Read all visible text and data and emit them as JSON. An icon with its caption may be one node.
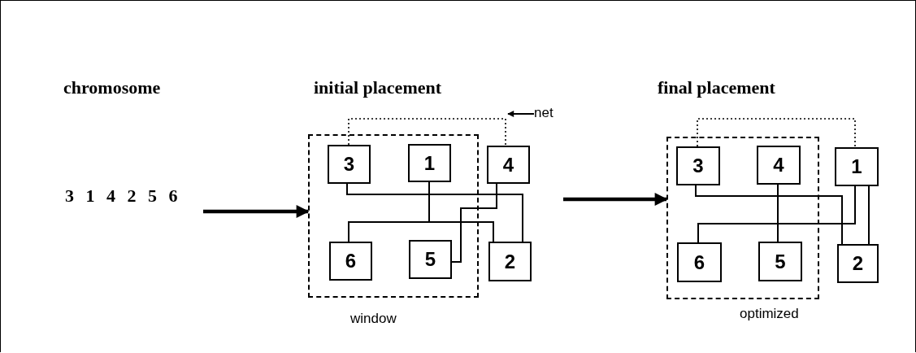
{
  "diagram": {
    "nodes": [
      {
        "text": [
          "3 1 4 2 5 6"
        ]
      },
      {
        "text": [],
        "shape": "box",
        "beside": [
          "window"
        ]
      },
      {
        "text": [
          "3"
        ],
        "in": 1
      },
      {
        "text": [
          "1"
        ],
        "in": 1
      },
      {
        "text": [
          "6"
        ],
        "in": 1
      },
      {
        "text": [
          "5"
        ],
        "in": 1
      },
      {
        "text": [
          "4"
        ]
      },
      {
        "text": [
          "2"
        ]
      },
      {
        "text": [],
        "shape": "box",
        "beside": [
          "optimized"
        ]
      },
      {
        "text": [
          "3"
        ],
        "in": 8
      },
      {
        "text": [
          "4"
        ],
        "in": 8
      },
      {
        "text": [
          "6"
        ],
        "in": 8
      },
      {
        "text": [
          "5"
        ],
        "in": 8
      },
      {
        "text": [
          "1"
        ]
      },
      {
        "text": [
          "2"
        ]
      },
      {
        "text": [
          "net"
        ]
      }
    ],
    "edges": [
      {
        "from": 0,
        "to": 1,
        "arrow": "to",
        "style": "thick"
      },
      {
        "from": 2,
        "to": 6,
        "arrow": "none",
        "style": "dashed"
      },
      {
        "from": 2,
        "to": 7,
        "arrow": "none"
      },
      {
        "from": 3,
        "to": 4,
        "arrow": "none"
      },
      {
        "from": 3,
        "to": 7,
        "arrow": "none"
      },
      {
        "from": 6,
        "to": 5,
        "arrow": "none"
      },
      {
        "from": null,
        "to": 8,
        "arrow": "to",
        "style": "thick"
      },
      {
        "from": 9,
        "to": 13,
        "arrow": "none",
        "style": "dashed"
      },
      {
        "from": 9,
        "to": 14,
        "arrow": "none"
      },
      {
        "from": 10,
        "to": 12,
        "arrow": "none"
      },
      {
        "from": 13,
        "to": 11,
        "arrow": "none"
      },
      {
        "from": 13,
        "to": 14,
        "arrow": "none"
      },
      {
        "from": 15,
        "to": null,
        "arrow": "to"
      }
    ],
    "labels": [
      "chromosome",
      "initial placement",
      "final placement"
    ]
  }
}
